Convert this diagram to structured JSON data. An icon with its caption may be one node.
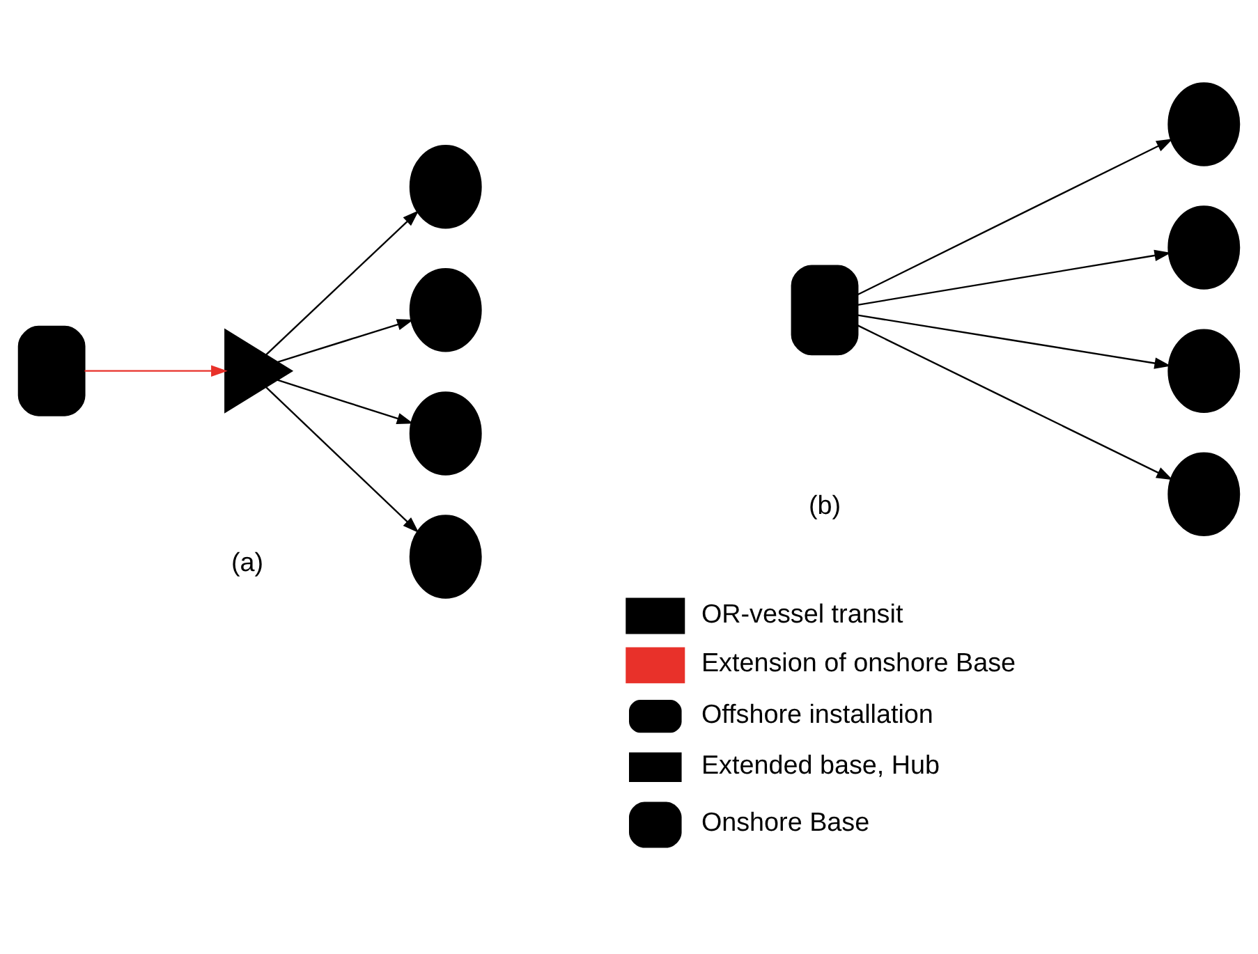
{
  "diagram": {
    "nodes": [
      {
        "text": [],
        "shape": "box"
      },
      {
        "text": [],
        "shape": "triangle"
      },
      {
        "text": [],
        "shape": "circle"
      },
      {
        "text": [],
        "shape": "circle"
      },
      {
        "text": [],
        "shape": "circle"
      },
      {
        "text": [],
        "shape": "circle"
      },
      {
        "text": [],
        "shape": "box"
      },
      {
        "text": [],
        "shape": "circle"
      },
      {
        "text": [],
        "shape": "circle"
      },
      {
        "text": [],
        "shape": "circle"
      },
      {
        "text": [],
        "shape": "circle"
      }
    ],
    "edges": [
      {
        "from": 0,
        "to": 1,
        "arrow": "to",
        "color": "#e8312a"
      },
      {
        "from": 1,
        "to": 2,
        "arrow": "to"
      },
      {
        "from": 1,
        "to": 3,
        "arrow": "to"
      },
      {
        "from": 1,
        "to": 4,
        "arrow": "to"
      },
      {
        "from": 1,
        "to": 5,
        "arrow": "to"
      },
      {
        "from": 6,
        "to": 7,
        "arrow": "to"
      },
      {
        "from": 6,
        "to": 8,
        "arrow": "to"
      },
      {
        "from": 6,
        "to": 9,
        "arrow": "to"
      },
      {
        "from": 6,
        "to": 10,
        "arrow": "to"
      }
    ],
    "labels": [
      "(a)",
      "(b)"
    ],
    "legend": [
      {
        "text": "OR-vessel transit"
      },
      {
        "text": "Extension of onshore Base"
      },
      {
        "text": "Offshore installation"
      },
      {
        "text": "Extended base, Hub"
      },
      {
        "text": "Onshore Base"
      }
    ]
  }
}
